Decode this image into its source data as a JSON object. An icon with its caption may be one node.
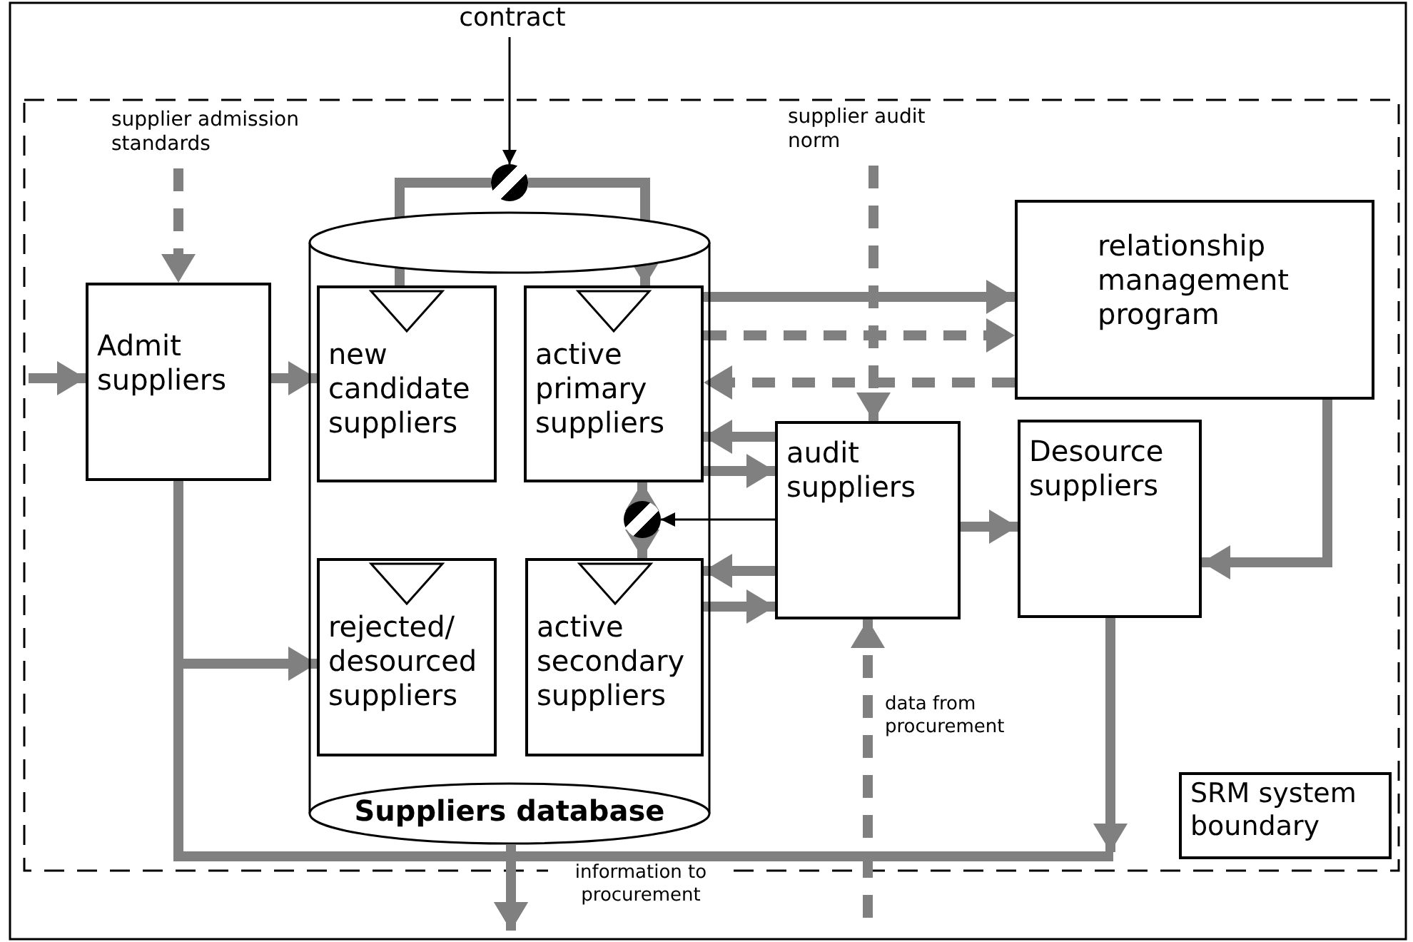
{
  "diagram": {
    "nodes": [
      {
        "text": [
          "Admit suppliers"
        ]
      },
      {
        "text": [
          "Suppliers database"
        ]
      },
      {
        "text": [
          "new candidate suppliers"
        ],
        "in": 1
      },
      {
        "text": [
          "active primary suppliers"
        ],
        "in": 1
      },
      {
        "text": [
          "rejected/ desourced suppliers"
        ],
        "in": 1
      },
      {
        "text": [
          "active secondary suppliers"
        ],
        "in": 1
      },
      {
        "text": [
          "relationship management program"
        ]
      },
      {
        "text": [
          "audit suppliers"
        ]
      },
      {
        "text": [
          "Desource suppliers"
        ]
      },
      {
        "text": [
          "SRM system boundary"
        ]
      },
      {
        "text": [
          "supplier admission standards"
        ]
      },
      {
        "text": [
          "contract"
        ]
      },
      {
        "text": [
          "supplier audit norm"
        ]
      },
      {
        "text": [],
        "shape": "circle"
      },
      {
        "text": [],
        "shape": "circle",
        "in": 1
      }
    ],
    "edges": [
      {
        "from": null,
        "to": 0,
        "arrow": "to"
      },
      {
        "from": 10,
        "to": 0,
        "arrow": "to",
        "style": "dashed"
      },
      {
        "from": 0,
        "to": 2,
        "arrow": "to"
      },
      {
        "from": 2,
        "to": 13,
        "arrow": "none"
      },
      {
        "from": 13,
        "to": 3,
        "arrow": "to"
      },
      {
        "from": 11,
        "to": 13,
        "arrow": "to",
        "color": "#000000"
      },
      {
        "from": 3,
        "to": 6,
        "arrow": "to"
      },
      {
        "from": 3,
        "to": 6,
        "arrow": "to",
        "style": "dashed"
      },
      {
        "from": 6,
        "to": 3,
        "arrow": "to",
        "style": "dashed"
      },
      {
        "from": 12,
        "to": 7,
        "arrow": "to",
        "style": "dashed"
      },
      {
        "from": 7,
        "to": 3,
        "arrow": "to"
      },
      {
        "from": 3,
        "to": 7,
        "arrow": "to"
      },
      {
        "from": 7,
        "to": 14,
        "arrow": "to",
        "color": "#000000"
      },
      {
        "from": 14,
        "to": 3,
        "arrow": "to"
      },
      {
        "from": 14,
        "to": 5,
        "arrow": "to"
      },
      {
        "from": 7,
        "to": 5,
        "arrow": "to"
      },
      {
        "from": 5,
        "to": 7,
        "arrow": "to"
      },
      {
        "from": 7,
        "to": 8,
        "arrow": "to"
      },
      {
        "from": 6,
        "to": 8,
        "arrow": "to"
      },
      {
        "from": null,
        "to": 7,
        "arrow": "to",
        "style": "dashed",
        "label": "data from procurement"
      },
      {
        "from": 0,
        "to": 4,
        "arrow": "to"
      },
      {
        "from": 0,
        "to": null,
        "arrow": "to"
      },
      {
        "from": 1,
        "to": null,
        "arrow": "to",
        "label": "information to procurement"
      },
      {
        "from": 8,
        "to": null,
        "arrow": "to"
      }
    ]
  }
}
